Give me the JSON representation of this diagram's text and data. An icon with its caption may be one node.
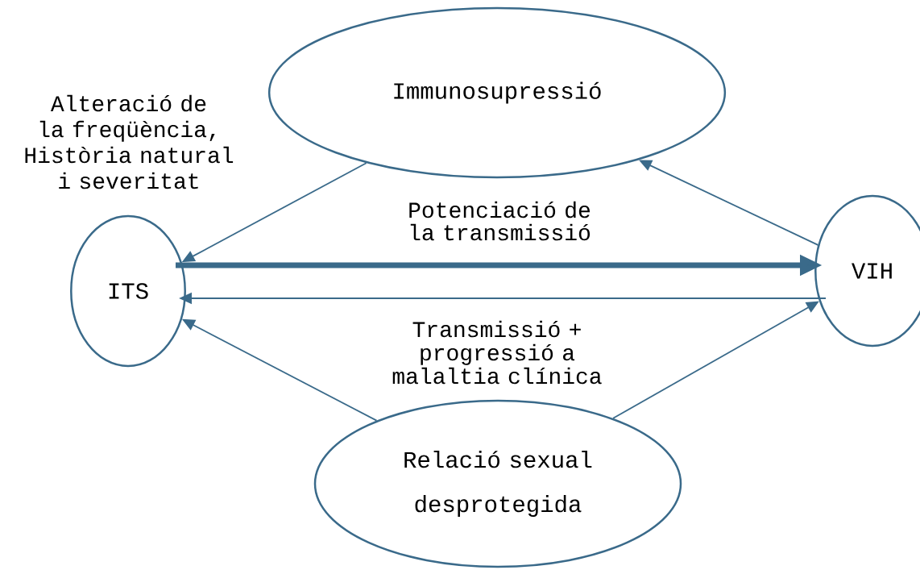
{
  "diagram": {
    "nodes": [
      {
        "text": [
          "Immunosupressió"
        ]
      },
      {
        "text": [
          "ITS"
        ]
      },
      {
        "text": [
          "VIH"
        ]
      },
      {
        "text": [
          "Relació sexual desprotegida"
        ]
      }
    ],
    "edges": [
      {
        "from": 0,
        "to": 1,
        "arrow": "to",
        "label": "Alteració de la freqüència, Història natural i severitat"
      },
      {
        "from": 2,
        "to": 0,
        "arrow": "to"
      },
      {
        "from": 3,
        "to": 1,
        "arrow": "to"
      },
      {
        "from": 3,
        "to": 2,
        "arrow": "to"
      },
      {
        "from": 1,
        "to": 2,
        "arrow": "to",
        "style": "thick",
        "label": "Potenciació de la transmissió"
      },
      {
        "from": 2,
        "to": 1,
        "arrow": "to",
        "label": "Transmissió + progressió a malaltia clínica"
      }
    ]
  }
}
